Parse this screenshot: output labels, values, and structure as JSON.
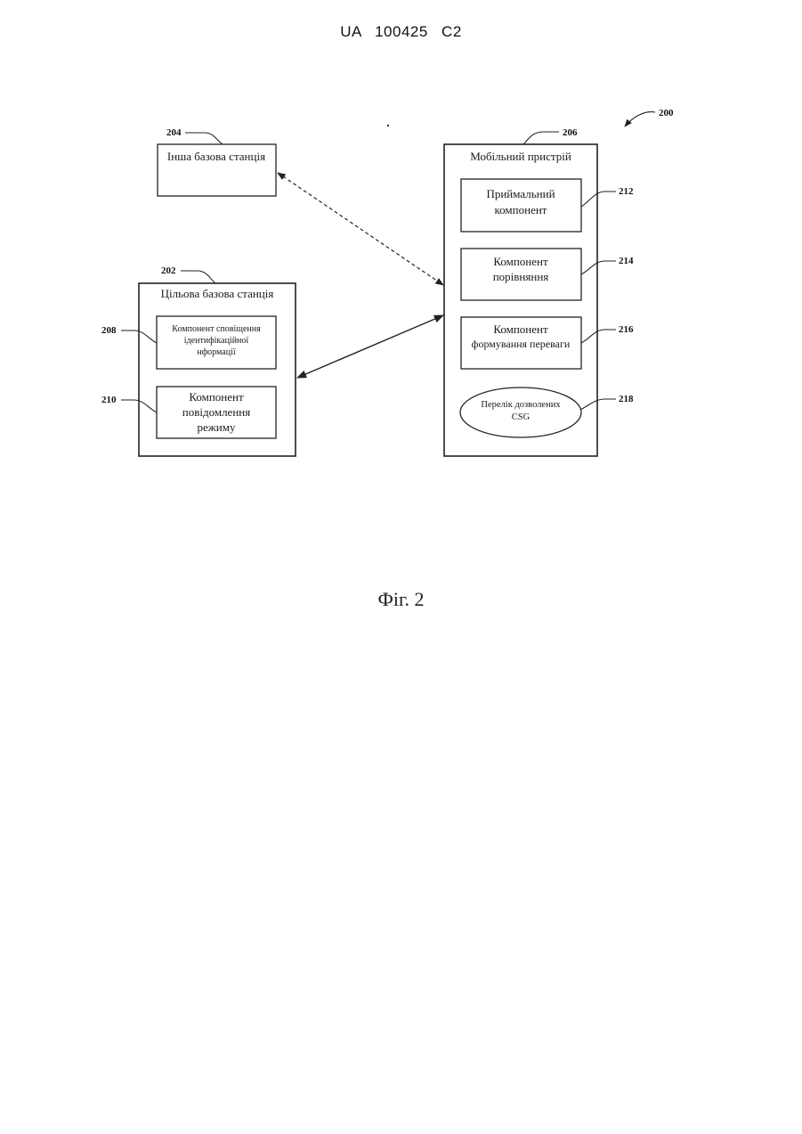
{
  "header": {
    "publication": "UA   100425   C2"
  },
  "diagram": {
    "figure_ref": "200",
    "other_station": {
      "ref": "204",
      "title": "Інша базова станція"
    },
    "target_station": {
      "ref": "202",
      "title": "Цільова базова станція",
      "notification": {
        "ref": "208",
        "lines": [
          "Компонент сповіщення",
          "ідентифікаційної",
          "нформації"
        ]
      },
      "mode_message": {
        "ref": "210",
        "lines": [
          "Компонент",
          "повідомлення",
          "режиму"
        ]
      }
    },
    "mobile_device": {
      "ref": "206",
      "title": "Мобільний пристрій",
      "receiving": {
        "ref": "212",
        "lines": [
          "Приймальний",
          "компонент"
        ]
      },
      "comparison": {
        "ref": "214",
        "lines": [
          "Компонент",
          "порівняння"
        ]
      },
      "preference": {
        "ref": "216",
        "lines": [
          "Компонент",
          "формування переваги"
        ]
      },
      "csg_list": {
        "ref": "218",
        "lines": [
          "Перелік дозволених",
          "CSG"
        ]
      }
    }
  },
  "caption": "Фіг. 2"
}
